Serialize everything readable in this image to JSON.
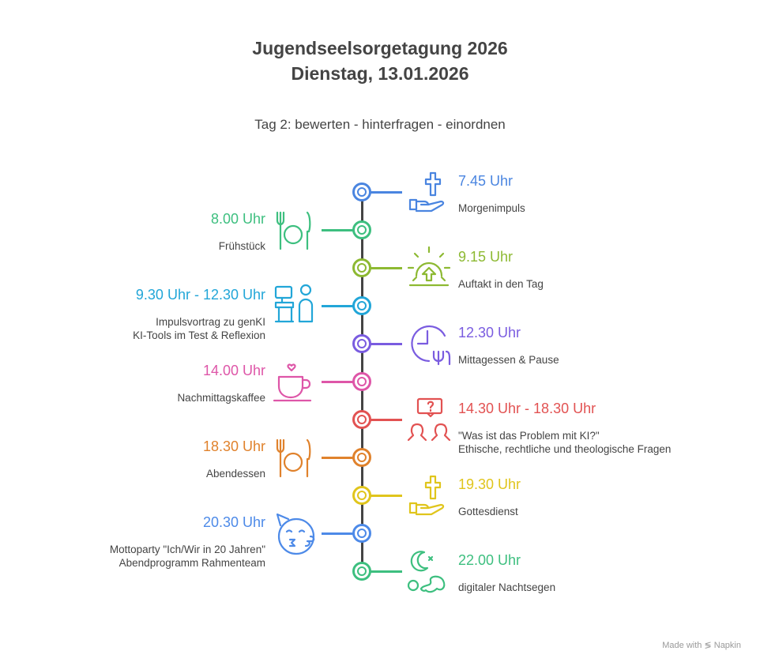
{
  "header": {
    "title_line1": "Jugendseelsorgetagung 2026",
    "title_line2": "Dienstag, 13.01.2026",
    "subtitle": "Tag 2: bewerten - hinterfragen - einordnen"
  },
  "events": [
    {
      "side": "right",
      "time": "7.45 Uhr",
      "desc": "Morgenimpuls",
      "color": "#4a85e0",
      "icon": "cross-hand-icon"
    },
    {
      "side": "left",
      "time": "8.00 Uhr",
      "desc": "Frühstück",
      "color": "#3dbf7f",
      "icon": "plate-cutlery-icon"
    },
    {
      "side": "right",
      "time": "9.15 Uhr",
      "desc": "Auftakt in den Tag",
      "color": "#8db932",
      "icon": "sunrise-icon"
    },
    {
      "side": "left",
      "time": "9.30 Uhr - 12.30 Uhr",
      "desc": "Impulsvortrag zu genKI\nKI-Tools im Test & Reflexion",
      "color": "#22a6d8",
      "icon": "presenter-icon"
    },
    {
      "side": "right",
      "time": "12.30 Uhr",
      "desc": "Mittagessen & Pause",
      "color": "#7a5ce0",
      "icon": "clock-fork-icon"
    },
    {
      "side": "left",
      "time": "14.00 Uhr",
      "desc": "Nachmittagskaffee",
      "color": "#de56a8",
      "icon": "coffee-cup-icon"
    },
    {
      "side": "right",
      "time": "14.30 Uhr - 18.30 Uhr",
      "desc": "\"Was ist das Problem mit KI?\"\nEthische, rechtliche und theologische Fragen",
      "color": "#e25252",
      "icon": "discussion-icon"
    },
    {
      "side": "left",
      "time": "18.30 Uhr",
      "desc": "Abendessen",
      "color": "#e0822c",
      "icon": "plate-cutlery-icon"
    },
    {
      "side": "right",
      "time": "19.30 Uhr",
      "desc": "Gottesdienst",
      "color": "#e0c51c",
      "icon": "cross-hand-icon"
    },
    {
      "side": "left",
      "time": "20.30 Uhr",
      "desc": "Mottoparty \"Ich/Wir in 20 Jahren\"\nAbendprogramm Rahmenteam",
      "color": "#4d8ae8",
      "icon": "party-face-icon"
    },
    {
      "side": "right",
      "time": "22.00 Uhr",
      "desc": "digitaler Nachtsegen",
      "color": "#3dbf7f",
      "icon": "moon-sleep-icon"
    }
  ],
  "footer": {
    "made_with": "Made with",
    "brand": "Napkin"
  }
}
